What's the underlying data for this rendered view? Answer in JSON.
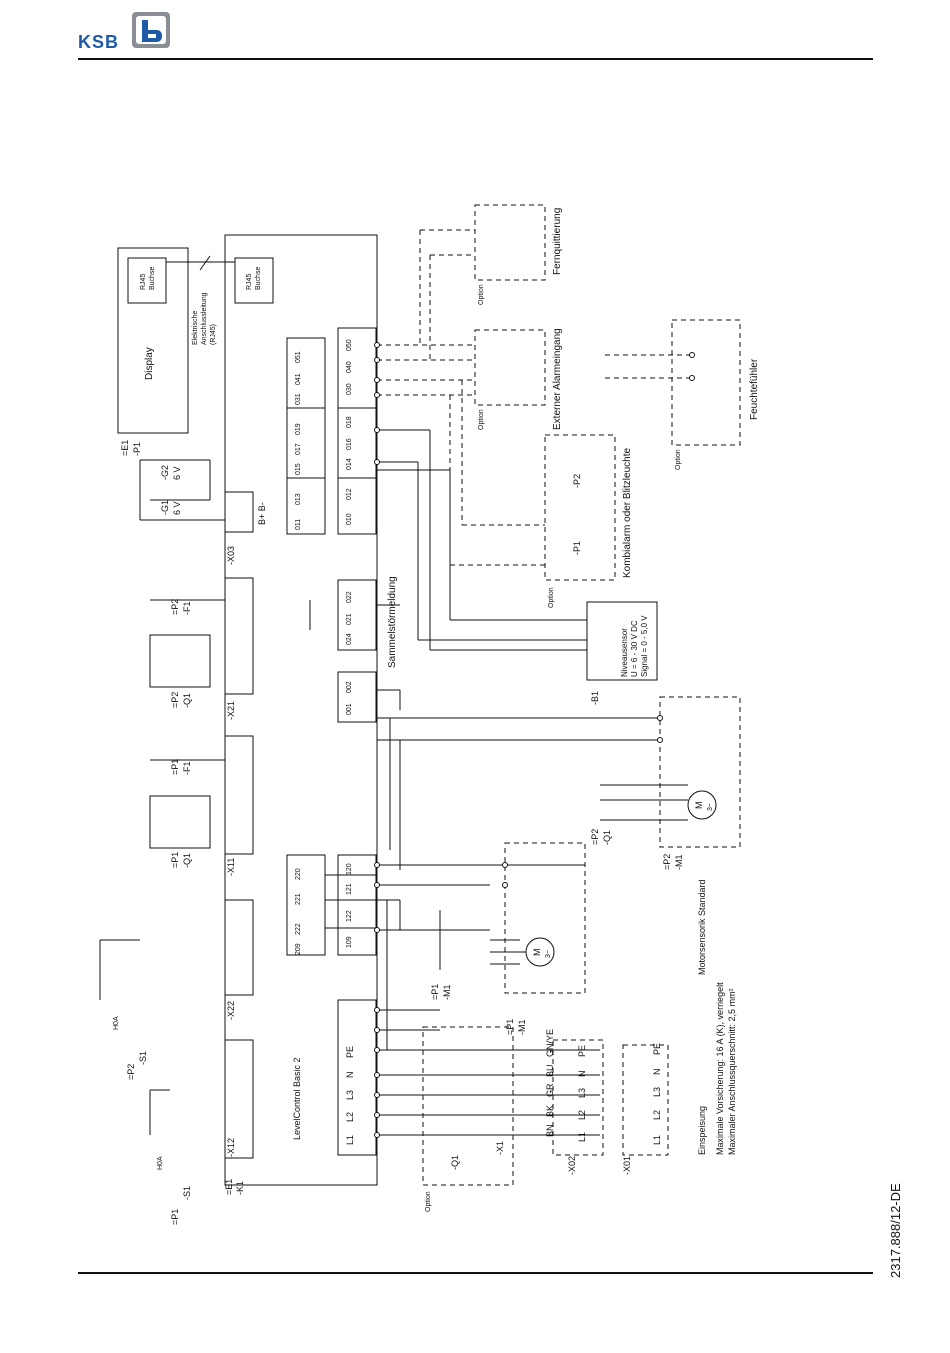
{
  "header": {
    "brand": "KSB"
  },
  "footer": {
    "doc_number": "2317.888/12-DE"
  },
  "diagram": {
    "controller": {
      "name": "LevelControl Basic 2",
      "tag1": "=E1",
      "tag2": "-K1",
      "rj45_label_line1": "RJ45",
      "rj45_label_line2": "Buchse",
      "collective_fault": "Sammelstörmeldung"
    },
    "display": {
      "tag1": "=E1",
      "tag2": "-P1",
      "name": "Display",
      "rj45_line1": "RJ45",
      "rj45_line2": "Buchse",
      "cable_line1": "Elektrische",
      "cable_line2": "Anschlussleitung",
      "cable_line3": "(RJ45)"
    },
    "battery": {
      "g1": "-G1",
      "g1_v": "6 V",
      "g2": "-G2",
      "g2_v": "6 V",
      "terminal": "-X03",
      "polarity": "B+ B-"
    },
    "terminals": {
      "x12": "-X12",
      "x22": "-X22",
      "x11": "-X11",
      "x21": "-X21",
      "x1": "-X1",
      "x02": "-X02",
      "x01": "-X01"
    },
    "switches": {
      "s1_p1_a": "=P1",
      "s1_p1_b": "-S1",
      "s1_p2_a": "=P2",
      "s1_p2_b": "-S1",
      "hoa": "H0A"
    },
    "pumps": {
      "m1_p1_a": "=P1",
      "m1_p1_b": "-M1",
      "m1_p2_a": "=P2",
      "m1_p2_b": "-M1",
      "q1_p1_a": "=P1",
      "q1_p1_b": "-Q1",
      "q1_p2_a": "=P2",
      "q1_p2_b": "-Q1",
      "f1_p1": "-F1",
      "f1_p2": "-F1",
      "motor": "M",
      "motor_phase": "3~",
      "motor_sensor": "Motorsensorik Standard"
    },
    "options": {
      "option": "Option",
      "remote_ack": "Fernquittierung",
      "ext_alarm": "Externer Alarmeingang",
      "combi_alarm": "Kombialarm oder Blitzleuchte",
      "humidity": "Feuchtefühler",
      "level_sensor_tag": "-B1",
      "level_sensor_line1": "Niveausensor",
      "level_sensor_line2": "U = 6 - 30 V DC",
      "level_sensor_line3": "Signal = 0 - 5,0 V",
      "p1_tag": "-P1",
      "p2_tag": "-P2",
      "q1": "-Q1"
    },
    "supply": {
      "title": "Einspeisung",
      "fuse": "Maximale Vorsicherung: 16 A (K), verriegelt",
      "cross_section": "Maximaler Anschlussquerschnitt: 2,5 mm²",
      "wires": [
        "BN",
        "BK",
        "GR",
        "BU",
        "GN/YE"
      ],
      "phases": [
        "L1",
        "L2",
        "L3",
        "N",
        "PE"
      ]
    },
    "terminal_numbers": {
      "block_a": [
        "011",
        "013",
        "010",
        "012"
      ],
      "block_b": [
        "015",
        "017",
        "019",
        "014",
        "016",
        "018"
      ],
      "block_c": [
        "031",
        "041",
        "051",
        "030",
        "040",
        "050"
      ],
      "block_d": [
        "024",
        "021",
        "022"
      ],
      "block_e": [
        "001",
        "002"
      ],
      "block_f": [
        "120",
        "121",
        "122",
        "109"
      ],
      "block_g": [
        "220",
        "221",
        "222",
        "209"
      ]
    }
  }
}
